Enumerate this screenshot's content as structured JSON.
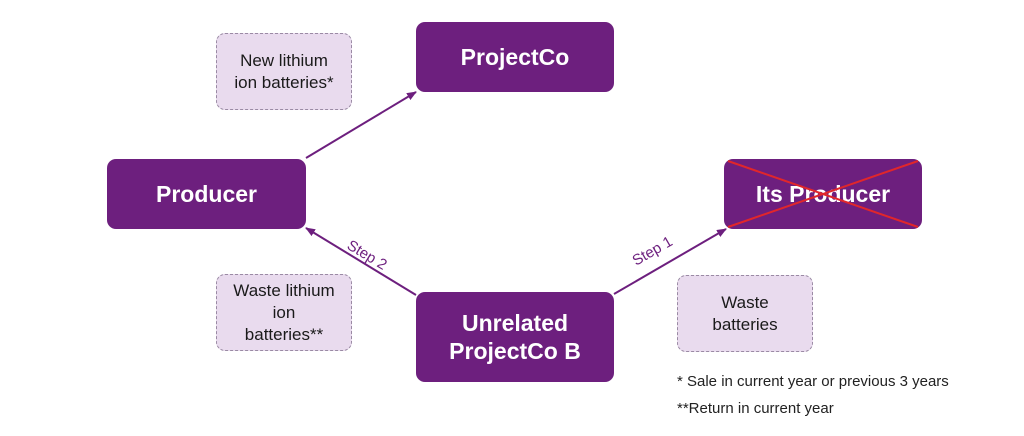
{
  "nodes": {
    "projectco": "ProjectCo",
    "producer": "Producer",
    "its_producer": "Its Producer",
    "unrelated_line1": "Unrelated",
    "unrelated_line2": "ProjectCo B"
  },
  "notes": {
    "new_batteries_line1": "New lithium",
    "new_batteries_line2": "ion batteries*",
    "waste_lithium_line1": "Waste lithium",
    "waste_lithium_line2": "ion",
    "waste_lithium_line3": "batteries**",
    "waste_batteries_line1": "Waste",
    "waste_batteries_line2": "batteries"
  },
  "edges": {
    "step1": "Step 1",
    "step2": "Step 2"
  },
  "footnotes": {
    "sale": "* Sale in current year or previous 3 years",
    "return": "**Return in current year"
  },
  "colors": {
    "node_fill": "#6d1f7e",
    "note_fill": "#e9dbee",
    "strike": "#e0262b"
  },
  "icons": {
    "strike_through": "red-x-cross-icon"
  }
}
